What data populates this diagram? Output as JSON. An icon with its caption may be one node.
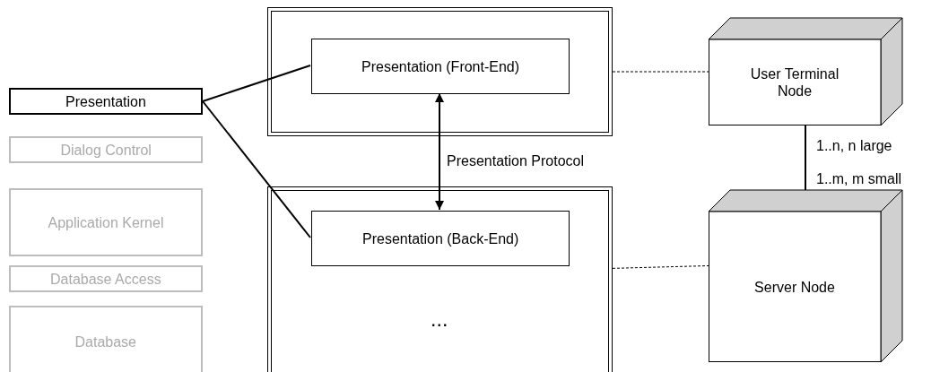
{
  "diagram": {
    "nodes": [
      {
        "text": [
          "Presentation"
        ]
      },
      {
        "text": [
          "Dialog Control"
        ]
      },
      {
        "text": [
          "Application Kernel"
        ]
      },
      {
        "text": [
          "Database Access"
        ]
      },
      {
        "text": [
          "Database"
        ]
      },
      {
        "text": [],
        "shape": "box"
      },
      {
        "text": [
          "Presentation (Front-End)"
        ],
        "in": 5
      },
      {
        "text": [
          "..."
        ]
      },
      {
        "text": [
          "Presentation (Back-End)"
        ],
        "in": 7
      },
      {
        "text": [
          "User Terminal Node"
        ]
      },
      {
        "text": [
          "Server Node"
        ]
      }
    ],
    "edges": [
      {
        "from": 0,
        "to": 6,
        "arrow": "none"
      },
      {
        "from": 0,
        "to": 8,
        "arrow": "none"
      },
      {
        "from": 6,
        "to": 8,
        "arrow": "both",
        "label": "Presentation Protocol"
      },
      {
        "from": 5,
        "to": 9,
        "arrow": "none",
        "style": "dashed"
      },
      {
        "from": 7,
        "to": 10,
        "arrow": "none",
        "style": "dashed"
      },
      {
        "from": 9,
        "to": 10,
        "arrow": "none"
      }
    ],
    "labels": [
      "1..n, n large",
      "1..m, m small"
    ]
  }
}
